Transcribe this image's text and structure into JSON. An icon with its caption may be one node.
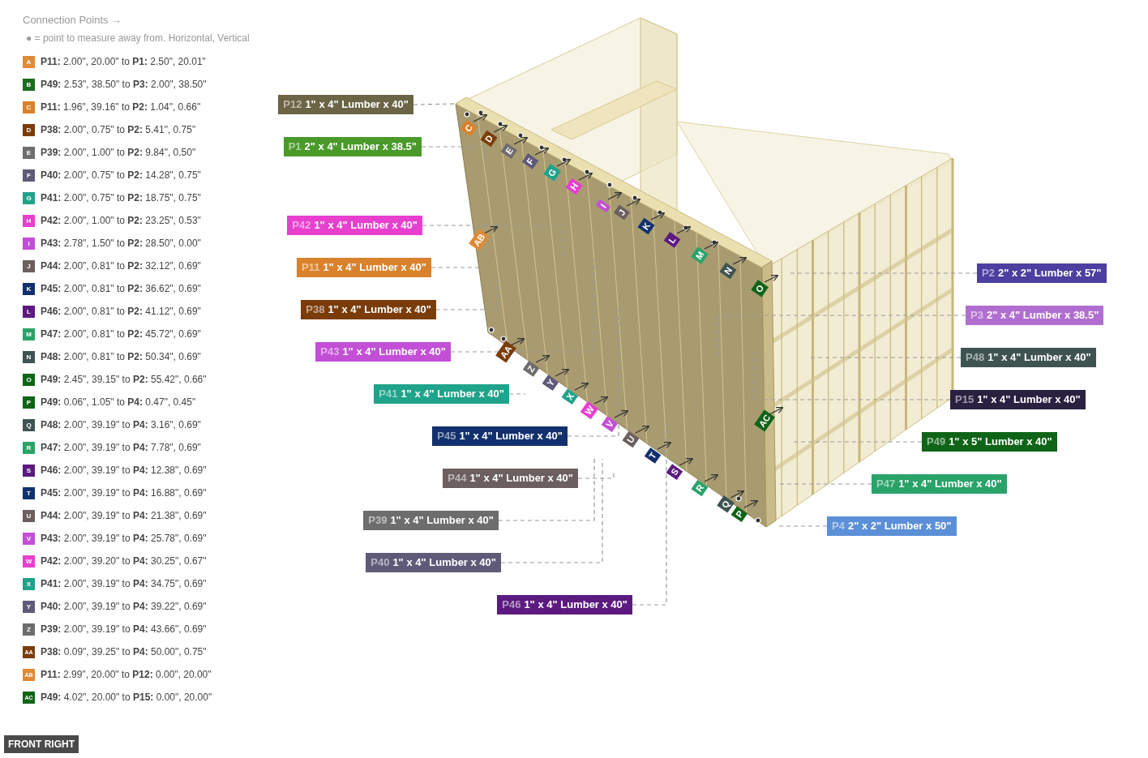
{
  "diagram": {
    "nodes": [
      {
        "text": [
          "P12",
          "1\" x 4\" Lumber x 40\""
        ]
      },
      {
        "text": [
          "P1",
          "2\" x 4\" Lumber x 38.5\""
        ]
      },
      {
        "text": [
          "P42",
          "1\" x 4\" Lumber x 40\""
        ]
      },
      {
        "text": [
          "P11",
          "1\" x 4\" Lumber x 40\""
        ]
      },
      {
        "text": [
          "P38",
          "1\" x 4\" Lumber x 40\""
        ]
      },
      {
        "text": [
          "P43",
          "1\" x 4\" Lumber x 40\""
        ]
      },
      {
        "text": [
          "P41",
          "1\" x 4\" Lumber x 40\""
        ]
      },
      {
        "text": [
          "P45",
          "1\" x 4\" Lumber x 40\""
        ]
      },
      {
        "text": [
          "P44",
          "1\" x 4\" Lumber x 40\""
        ]
      },
      {
        "text": [
          "P39",
          "1\" x 4\" Lumber x 40\""
        ]
      },
      {
        "text": [
          "P40",
          "1\" x 4\" Lumber x 40\""
        ]
      },
      {
        "text": [
          "P46",
          "1\" x 4\" Lumber x 40\""
        ]
      },
      {
        "text": [
          "P2",
          "2\" x 2\" Lumber x 57\""
        ]
      },
      {
        "text": [
          "P3",
          "2\" x 4\" Lumber x 38.5\""
        ]
      },
      {
        "text": [
          "P48",
          "1\" x 4\" Lumber x 40\""
        ]
      },
      {
        "text": [
          "P15",
          "1\" x 4\" Lumber x 40\""
        ]
      },
      {
        "text": [
          "P49",
          "1\" x 5\" Lumber x 40\""
        ]
      },
      {
        "text": [
          "P47",
          "1\" x 4\" Lumber x 40\""
        ]
      },
      {
        "text": [
          "P4",
          "2\" x 2\" Lumber x 50\""
        ]
      }
    ],
    "edges": [
      {
        "from": 0,
        "to": null,
        "arrow": "none",
        "style": "dashed"
      },
      {
        "from": 1,
        "to": null,
        "arrow": "none",
        "style": "dashed"
      },
      {
        "from": 2,
        "to": null,
        "arrow": "none",
        "style": "dashed"
      },
      {
        "from": 3,
        "to": null,
        "arrow": "none",
        "style": "dashed"
      },
      {
        "from": 4,
        "to": null,
        "arrow": "none",
        "style": "dashed"
      },
      {
        "from": 5,
        "to": null,
        "arrow": "none",
        "style": "dashed"
      },
      {
        "from": 6,
        "to": null,
        "arrow": "none",
        "style": "dashed"
      },
      {
        "from": 7,
        "to": null,
        "arrow": "none",
        "style": "dashed"
      },
      {
        "from": 8,
        "to": null,
        "arrow": "none",
        "style": "dashed"
      },
      {
        "from": 9,
        "to": null,
        "arrow": "none",
        "style": "dashed"
      },
      {
        "from": 10,
        "to": null,
        "arrow": "none",
        "style": "dashed"
      },
      {
        "from": 11,
        "to": null,
        "arrow": "none",
        "style": "dashed"
      },
      {
        "from": 12,
        "to": null,
        "arrow": "none",
        "style": "dashed"
      },
      {
        "from": 13,
        "to": null,
        "arrow": "none",
        "style": "dashed"
      },
      {
        "from": 14,
        "to": null,
        "arrow": "none",
        "style": "dashed"
      },
      {
        "from": 15,
        "to": null,
        "arrow": "none",
        "style": "dashed"
      },
      {
        "from": 16,
        "to": null,
        "arrow": "none",
        "style": "dashed"
      },
      {
        "from": 17,
        "to": null,
        "arrow": "none",
        "style": "dashed"
      },
      {
        "from": 18,
        "to": null,
        "arrow": "none",
        "style": "dashed"
      }
    ],
    "labels": [
      "Connection Points →",
      "● = point to measure away from. Horizontal, Vertical",
      "A",
      "B",
      "C",
      "D",
      "E",
      "F",
      "G",
      "H",
      "I",
      "J",
      "K",
      "L",
      "M",
      "N",
      "O",
      "P",
      "Q",
      "R",
      "S",
      "T",
      "U",
      "V",
      "W",
      "X",
      "Y",
      "Z",
      "AA",
      "AB",
      "AC",
      "C",
      "D",
      "E",
      "F",
      "G",
      "H",
      "I",
      "J",
      "K",
      "L",
      "M",
      "N",
      "O",
      "AB",
      "AA",
      "Z",
      "Y",
      "X",
      "W",
      "V",
      "U",
      "T",
      "S",
      "R",
      "Q",
      "P",
      "AC",
      "FRONT RIGHT"
    ],
    "legend": [
      {
        "text": "**P11:** 2.00\", 20.00\" to **P1:** 2.50\", 20.01\"",
        "color": "#e08a35"
      },
      {
        "text": "**P49:** 2.53\", 38.50\" to **P3:** 2.00\", 38.50\"",
        "color": "#1e6b1e"
      },
      {
        "text": "**P11:** 1.96\", 39.16\" to **P2:** 1.04\", 0.66\"",
        "color": "#d9822b"
      },
      {
        "text": "**P38:** 2.00\", 0.75\" to **P2:** 5.41\", 0.75\"",
        "color": "#7a3d0a"
      },
      {
        "text": "**P39:** 2.00\", 1.00\" to **P2:** 9.84\", 0.50\"",
        "color": "#6d6d6d"
      },
      {
        "text": "**P40:** 2.00\", 0.75\" to **P2:** 14.28\", 0.75\"",
        "color": "#5f5a78"
      },
      {
        "text": "**P41:** 2.00\", 0.75\" to **P2:** 18.75\", 0.75\"",
        "color": "#1fa38a"
      },
      {
        "text": "**P42:** 2.00\", 1.00\" to **P2:** 23.25\", 0.53\"",
        "color": "#e83fcf"
      },
      {
        "text": "**P43:** 2.78\", 1.50\" to **P2:** 28.50\", 0.00\"",
        "color": "#c24fd6"
      },
      {
        "text": "**P44:** 2.00\", 0.81\" to **P2:** 32.12\", 0.69\"",
        "color": "#6b5f5f"
      },
      {
        "text": "**P45:** 2.00\", 0.81\" to **P2:** 36.62\", 0.69\"",
        "color": "#13306e"
      },
      {
        "text": "**P46:** 2.00\", 0.81\" to **P2:** 41.12\", 0.69\"",
        "color": "#5c1a80"
      },
      {
        "text": "**P47:** 2.00\", 0.81\" to **P2:** 45.72\", 0.69\"",
        "color": "#2aa36a"
      },
      {
        "text": "**P48:** 2.00\", 0.81\" to **P2:** 50.34\", 0.69\"",
        "color": "#3f5451"
      },
      {
        "text": "**P49:** 2.45\", 39.15\" to **P2:** 55.42\", 0.66\"",
        "color": "#0f6418"
      },
      {
        "text": "**P49:** 0.06\", 1.05\" to **P4:** 0.47\", 0.45\"",
        "color": "#0f6418"
      },
      {
        "text": "**P48:** 2.00\", 39.19\" to **P4:** 3.16\", 0.69\"",
        "color": "#3f5451"
      },
      {
        "text": "**P47:** 2.00\", 39.19\" to **P4:** 7.78\", 0.69\"",
        "color": "#2aa36a"
      },
      {
        "text": "**P46:** 2.00\", 39.19\" to **P4:** 12.38\", 0.69\"",
        "color": "#5c1a80"
      },
      {
        "text": "**P45:** 2.00\", 39.19\" to **P4:** 16.88\", 0.69\"",
        "color": "#13306e"
      },
      {
        "text": "**P44:** 2.00\", 39.19\" to **P4:** 21.38\", 0.69\"",
        "color": "#6b5f5f"
      },
      {
        "text": "**P43:** 2.00\", 39.19\" to **P4:** 25.78\", 0.69\"",
        "color": "#c24fd6"
      },
      {
        "text": "**P42:** 2.00\", 39.20\" to **P4:** 30.25\", 0.67\"",
        "color": "#e83fcf"
      },
      {
        "text": "**P41:** 2.00\", 39.19\" to **P4:** 34.75\", 0.69\"",
        "color": "#1fa38a"
      },
      {
        "text": "**P40:** 2.00\", 39.19\" to **P4:** 39.22\", 0.69\"",
        "color": "#5f5a78"
      },
      {
        "text": "**P39:** 2.00\", 39.19\" to **P4:** 43.66\", 0.69\"",
        "color": "#6d6d6d"
      },
      {
        "text": "**P38:** 0.09\", 39.25\" to **P4:** 50.00\", 0.75\"",
        "color": "#7a3d0a"
      },
      {
        "text": "**P11:** 2.99\", 20.00\" to **P12:** 0.00\", 20.00\"",
        "color": "#e08a35"
      },
      {
        "text": "**P49:** 4.02\", 20.00\" to **P15:** 0.00\", 20.00\"",
        "color": "#0f6418"
      }
    ]
  }
}
